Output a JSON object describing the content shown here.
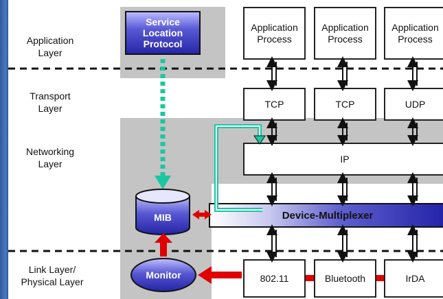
{
  "layers": {
    "application": "Application\nLayer",
    "transport": "Transport\nLayer",
    "networking": "Networking\nLayer",
    "link": "Link Layer/\nPhysical Layer"
  },
  "slp": {
    "label": "Service\nLocation\nProtocol"
  },
  "application_processes": [
    {
      "label": "Application\nProcess"
    },
    {
      "label": "Application\nProcess"
    },
    {
      "label": "Application\nProcess"
    }
  ],
  "transport_boxes": [
    {
      "label": "TCP"
    },
    {
      "label": "TCP"
    },
    {
      "label": "UDP"
    }
  ],
  "ip": {
    "label": "IP"
  },
  "mib": {
    "label": "MIB"
  },
  "multiplexer": {
    "label": "Device-Multiplexer"
  },
  "monitor": {
    "label": "Monitor"
  },
  "link_devices": [
    {
      "label": "802.11"
    },
    {
      "label": "Bluetooth"
    },
    {
      "label": "IrDA"
    }
  ],
  "colors": {
    "arrow_red": "#e00000",
    "dotted_green": "#19c8a0",
    "box_blue": "#2b2bb0",
    "gray_panel": "#c4c4c4"
  }
}
